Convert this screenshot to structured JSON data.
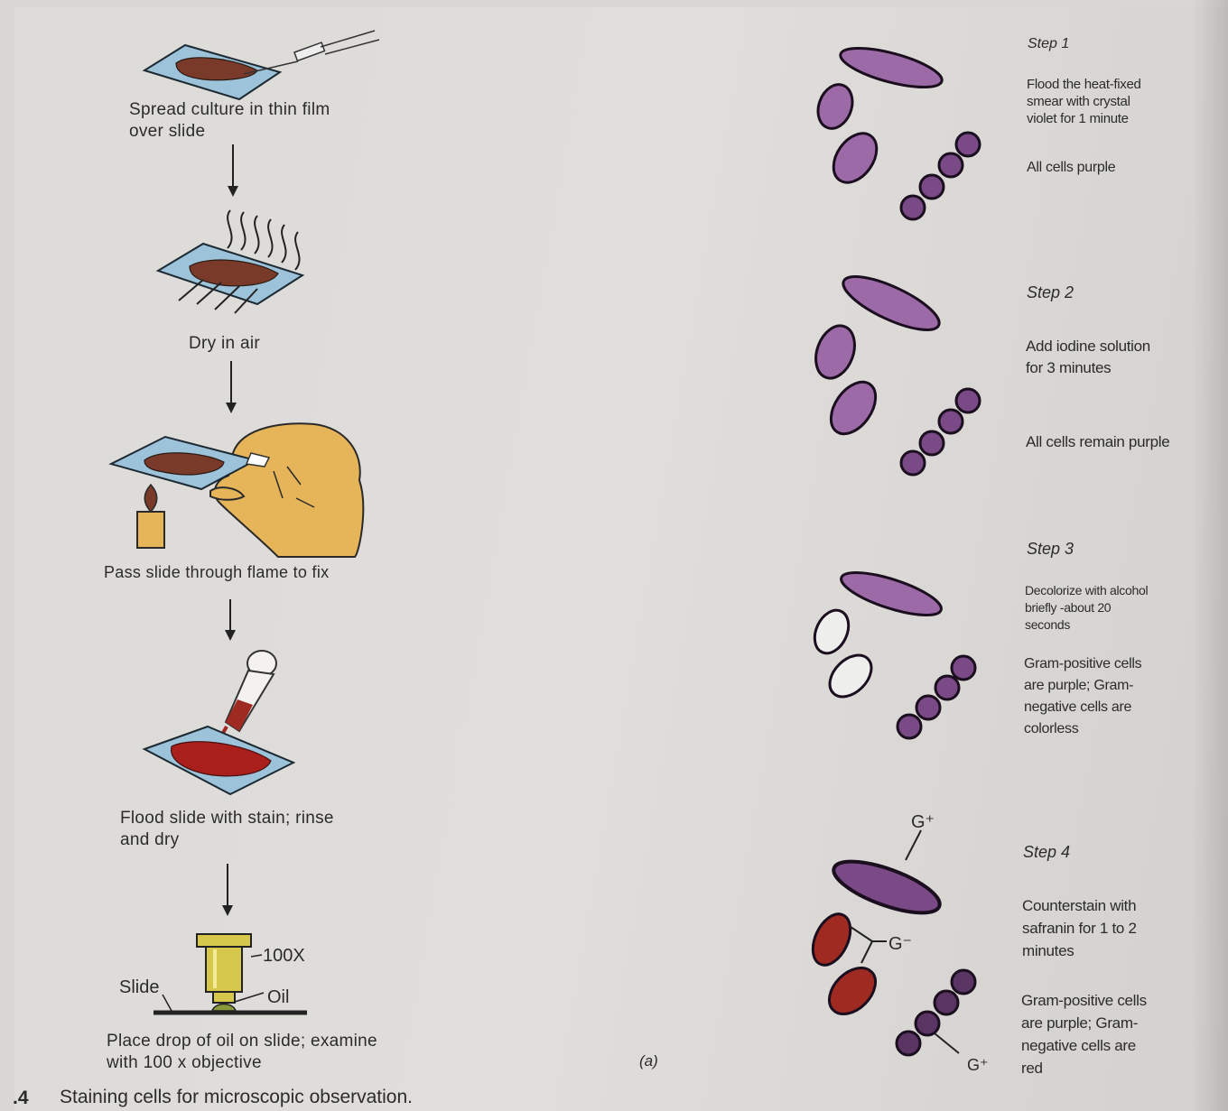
{
  "procedure": {
    "step_spread": "Spread culture in thin film over slide",
    "step_dry": "Dry in air",
    "step_fix": "Pass slide through flame to fix",
    "step_flood": "Flood slide with stain; rinse and dry",
    "step_oil": "Place drop of oil on slide; examine with 100 x objective",
    "microscope_labels": {
      "magnification": "100X",
      "slide": "Slide",
      "oil": "Oil"
    }
  },
  "gram_stain": {
    "steps": [
      {
        "title": "Step 1",
        "action": "Flood the heat-fixed smear with crystal violet for 1 minute",
        "result": "All cells purple"
      },
      {
        "title": "Step 2",
        "action": "Add iodine solution for 3 minutes",
        "result": "All cells remain purple"
      },
      {
        "title": "Step 3",
        "action": "Decolorize with alcohol briefly -about 20 seconds",
        "result": "Gram-positive cells are purple; Gram-negative cells are colorless"
      },
      {
        "title": "Step 4",
        "action": "Counterstain with safranin for 1 to 2 minutes",
        "result": "Gram-positive cells are purple; Gram-negative cells are red"
      }
    ],
    "labels": {
      "gpos_rod": "G⁺",
      "gneg": "G⁻",
      "gpos_cocci": "G⁺"
    }
  },
  "figure": {
    "panel_label": "(a)",
    "number": ".4",
    "caption": "Staining cells for microscopic observation."
  },
  "colors": {
    "purple": "#9c6aa6",
    "purple_dark": "#5a3463",
    "red": "#9e2a22",
    "slide_blue": "#9cc3d9",
    "hand": "#e6b55a"
  }
}
